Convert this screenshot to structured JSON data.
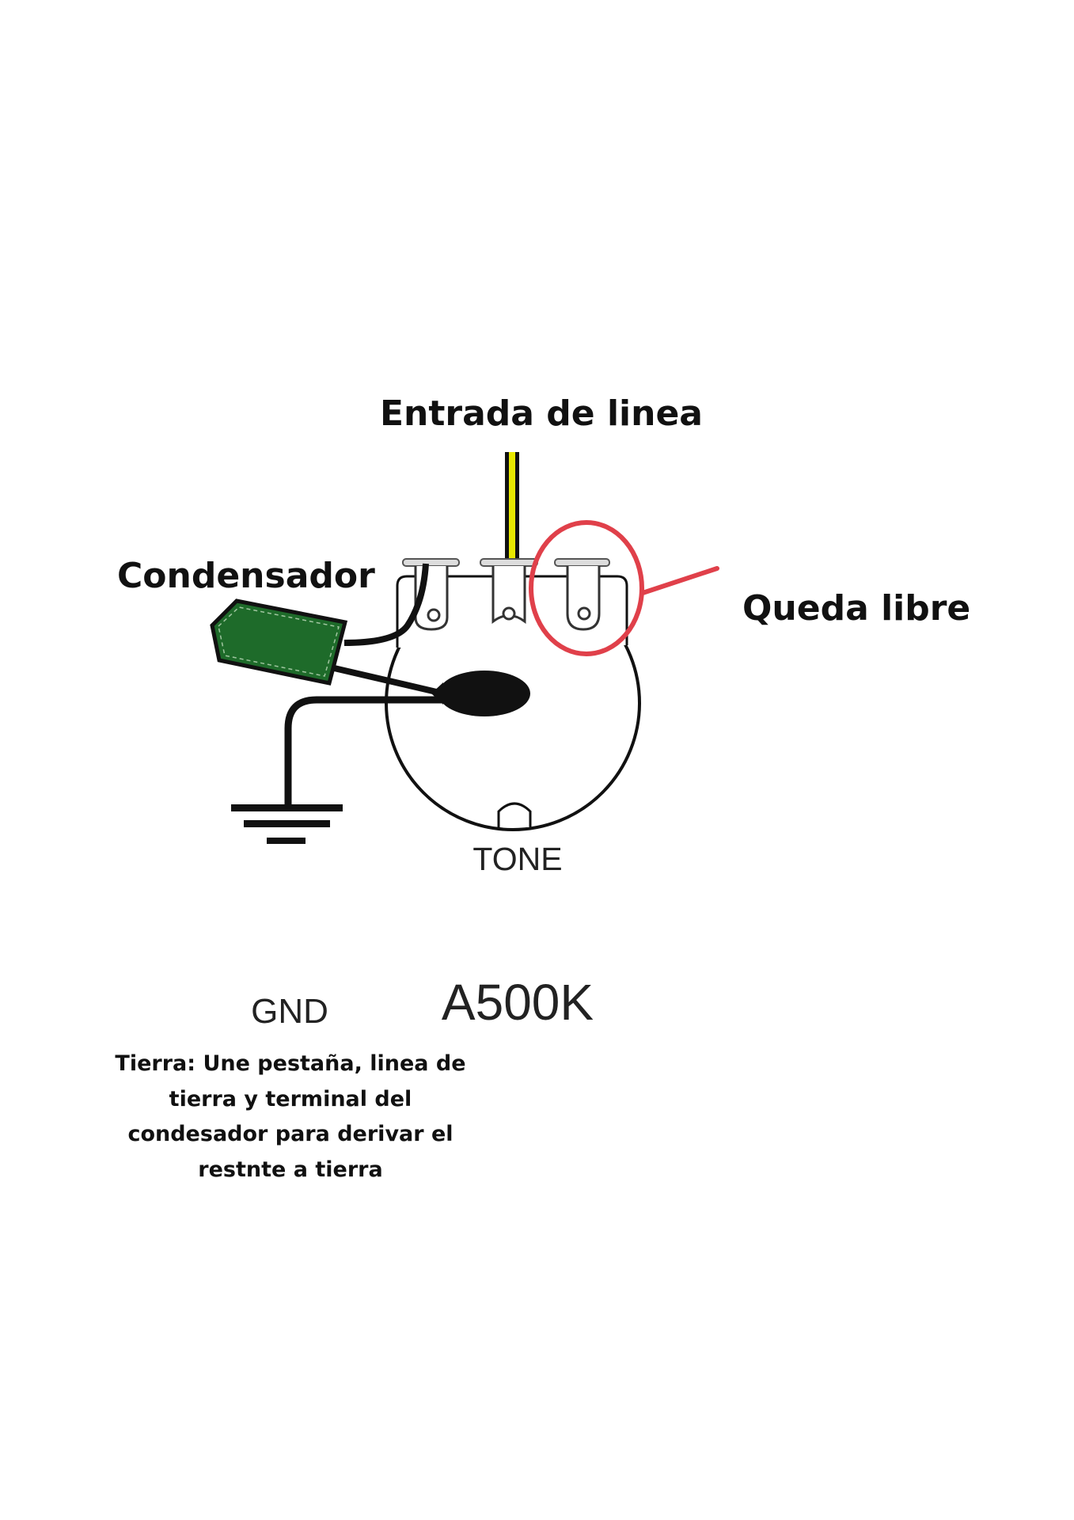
{
  "labels": {
    "line_input": "Entrada de linea",
    "capacitor": "Condensador",
    "free_terminal": "Queda libre",
    "pot_name": "TONE",
    "pot_value": "A500K",
    "ground": "GND"
  },
  "note": {
    "lines": [
      "Tierra: Une pestaña, linea de",
      "tierra y terminal del",
      "condesador para derivar el",
      "restnte a tierra"
    ]
  },
  "colors": {
    "wire_input": "#e8e800",
    "capacitor": "#1e6b2a",
    "highlight": "#e0404a",
    "ink": "#111111"
  }
}
